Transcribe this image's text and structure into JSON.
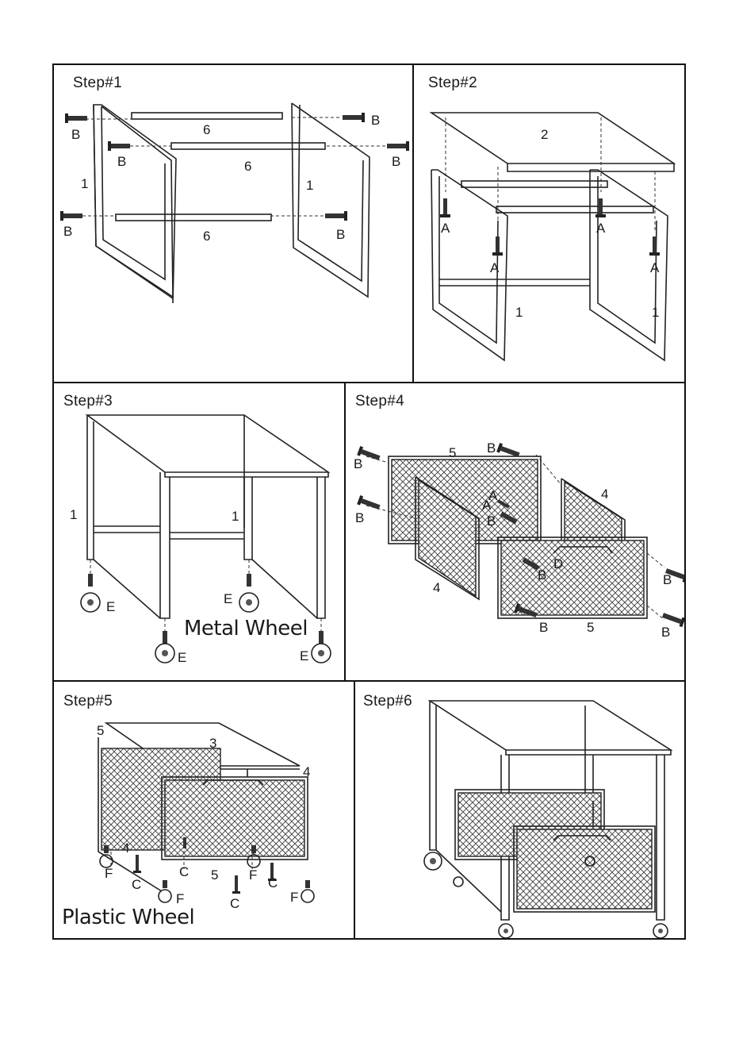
{
  "steps": {
    "s1": {
      "title": "Step#1",
      "labels": {
        "b1": "B",
        "b2": "B",
        "b3": "B",
        "b4": "B",
        "b5": "B",
        "b6": "B",
        "p1a": "1",
        "p1b": "1",
        "p6a": "6",
        "p6b": "6",
        "p6c": "6"
      }
    },
    "s2": {
      "title": "Step#2",
      "labels": {
        "p2": "2",
        "a1": "A",
        "a2": "A",
        "a3": "A",
        "a4": "A",
        "p1a": "1",
        "p1b": "1"
      }
    },
    "s3": {
      "title": "Step#3",
      "labels": {
        "p1a": "1",
        "p1b": "1",
        "e1": "E",
        "e2": "E",
        "e3": "E",
        "e4": "E"
      },
      "caption": "Metal Wheel"
    },
    "s4": {
      "title": "Step#4",
      "labels": {
        "b1": "B",
        "b2": "B",
        "b3": "B",
        "b4": "B",
        "b5": "B",
        "b6": "B",
        "b7": "B",
        "b8": "B",
        "a1": "A",
        "a2": "A",
        "d": "D",
        "p5a": "5",
        "p5b": "5",
        "p4a": "4",
        "p4b": "4"
      }
    },
    "s5": {
      "title": "Step#5",
      "labels": {
        "p5a": "5",
        "p5b": "5",
        "p3": "3",
        "p4a": "4",
        "p4b": "4",
        "f1": "F",
        "f2": "F",
        "f3": "F",
        "f4": "F",
        "c1": "C",
        "c2": "C",
        "c3": "C",
        "c4": "C"
      },
      "caption": "Plastic Wheel"
    },
    "s6": {
      "title": "Step#6"
    }
  }
}
